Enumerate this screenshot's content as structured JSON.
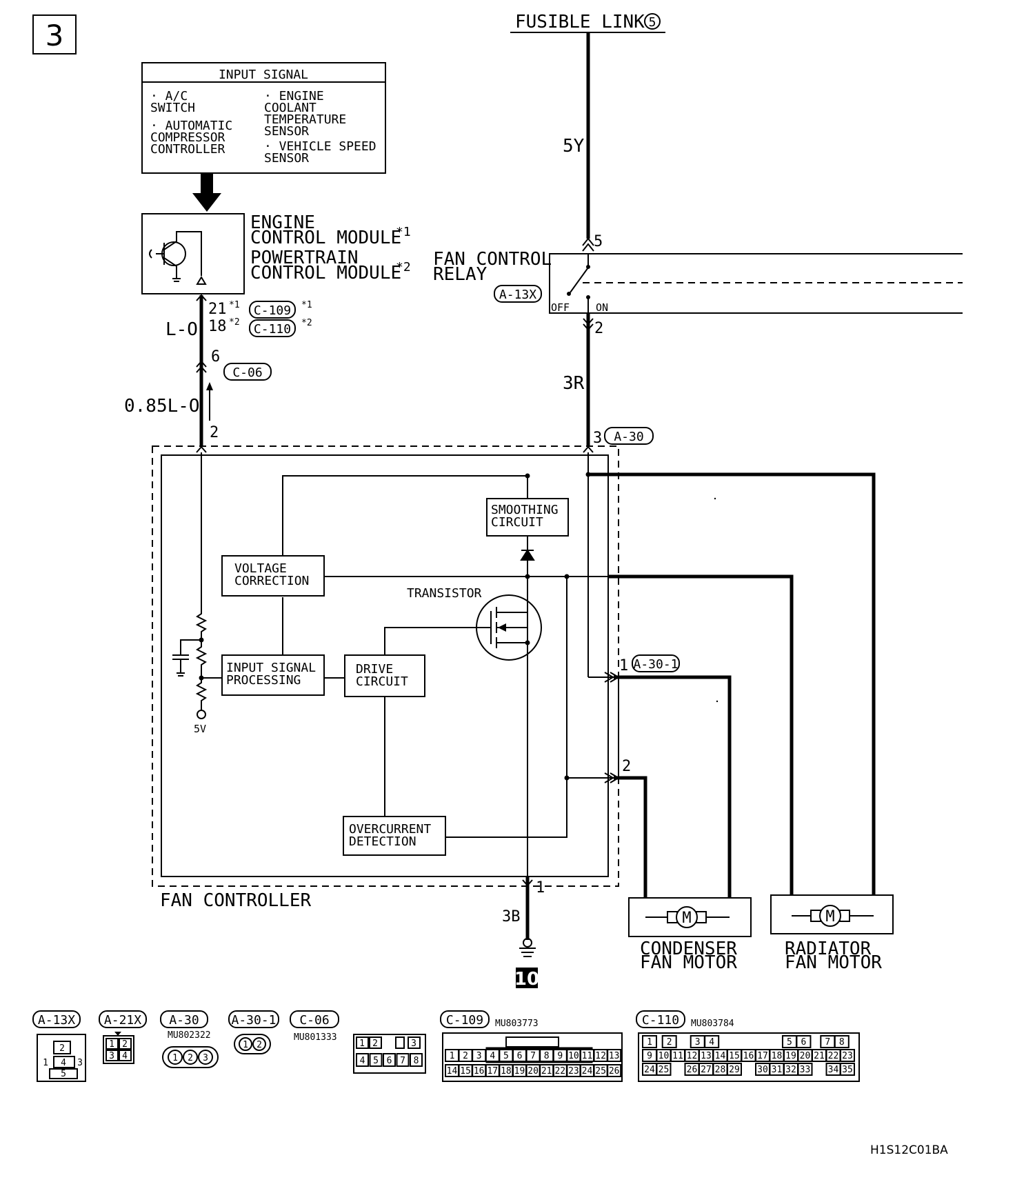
{
  "page_number": "3",
  "fusible_link": {
    "label": "FUSIBLE LINK",
    "number": "5"
  },
  "input_signal": {
    "title": "INPUT SIGNAL",
    "items": [
      [
        "· A/C",
        "  SWITCH"
      ],
      [
        "· AUTOMATIC",
        "  COMPRESSOR",
        "  CONTROLLER"
      ],
      [
        "· ENGINE",
        "  COOLANT",
        "  TEMPERATURE",
        "  SENSOR"
      ],
      [
        "· VEHICLE SPEED",
        "  SENSOR"
      ]
    ]
  },
  "ecm": {
    "line1": "ENGINE",
    "line2": "CONTROL MODULE",
    "note1": "*1",
    "line3": "POWERTRAIN",
    "line4": "CONTROL MODULE",
    "note2": "*2"
  },
  "fan_control_relay": {
    "line1": "FAN CONTROL",
    "line2": "RELAY",
    "connector": "A-13X",
    "off": "OFF",
    "on": "ON",
    "pin_top": "5",
    "pin_bottom": "2"
  },
  "wires": {
    "w1": "5Y",
    "w2": "3R",
    "w3": "L-O",
    "w4": "0.85L-O",
    "w5": "3B"
  },
  "ecm_pins": {
    "pin1": "21",
    "pin1_note": "*1",
    "conn1": "C-109",
    "pin2": "18",
    "pin2_note": "*2",
    "conn2": "C-110",
    "conn_note1": "*1",
    "conn_note2": "*2"
  },
  "joint": {
    "pin": "6",
    "connector": "C-06"
  },
  "fan_controller": {
    "label": "FAN CONTROLLER",
    "pin_in": "2",
    "pin_power": "3",
    "power_connector": "A-30",
    "pin_ground": "1",
    "out_pin1": "1",
    "out_pin2": "2",
    "out_connector": "A-30-1",
    "smoothing": [
      "SMOOTHING",
      "CIRCUIT"
    ],
    "voltage_correction": [
      "VOLTAGE",
      "CORRECTION"
    ],
    "input_processing": [
      "INPUT SIGNAL",
      "PROCESSING"
    ],
    "drive": [
      "DRIVE",
      "CIRCUIT"
    ],
    "overcurrent": [
      "OVERCURRENT",
      "DETECTION"
    ],
    "transistor": "TRANSISTOR",
    "v5": "5V"
  },
  "motors": {
    "condenser": [
      "CONDENSER",
      "FAN MOTOR"
    ],
    "radiator": [
      "RADIATOR",
      "FAN MOTOR"
    ],
    "m": "M"
  },
  "ground_ref": "10",
  "connectors": [
    {
      "id": "A-13X",
      "part": ""
    },
    {
      "id": "A-21X",
      "part": ""
    },
    {
      "id": "A-30",
      "part": "MU802322"
    },
    {
      "id": "A-30-1",
      "part": ""
    },
    {
      "id": "C-06",
      "part": "MU801333"
    },
    {
      "id": "C-109",
      "part": "MU803773"
    },
    {
      "id": "C-110",
      "part": "MU803784"
    }
  ],
  "connector_pins": {
    "a13x": [
      "2",
      "1",
      "4",
      "3",
      "5"
    ],
    "a21x": [
      "1",
      "2",
      "3",
      "4"
    ],
    "a30": [
      "1",
      "2",
      "3"
    ],
    "a301": [
      "1",
      "2"
    ],
    "c06_top": [
      "1",
      "2",
      "",
      "3"
    ],
    "c06_bot": [
      "4",
      "5",
      "6",
      "7",
      "8"
    ],
    "c109_top": [
      "1",
      "2",
      "3",
      "4",
      "5",
      "6",
      "7",
      "8",
      "9",
      "10",
      "11",
      "12",
      "13"
    ],
    "c109_bot": [
      "14",
      "15",
      "16",
      "17",
      "18",
      "19",
      "20",
      "21",
      "22",
      "23",
      "24",
      "25",
      "26"
    ],
    "c110_r1": [
      "1",
      "2",
      "",
      "3",
      "4",
      "",
      "",
      "",
      "5",
      "6",
      "",
      "7",
      "8"
    ],
    "c110_r2": [
      "9",
      "10",
      "11",
      "12",
      "13",
      "14",
      "15",
      "16",
      "17",
      "18",
      "19",
      "20",
      "21",
      "22",
      "23"
    ],
    "c110_r3": [
      "24",
      "25",
      "",
      "26",
      "27",
      "28",
      "29",
      "",
      "30",
      "31",
      "32",
      "33",
      "",
      "34",
      "35"
    ]
  },
  "doc_code": "H1S12C01BA"
}
